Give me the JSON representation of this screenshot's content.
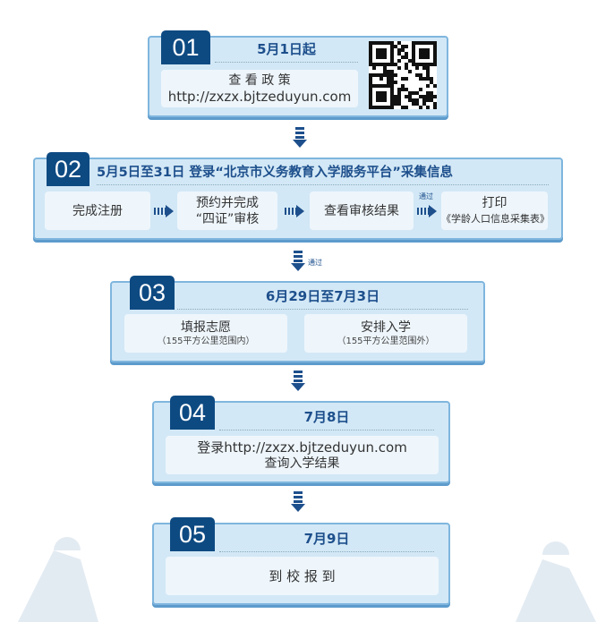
{
  "steps": [
    {
      "number": "01",
      "title": "5月1日起",
      "inner": [
        {
          "line1": "查 看 政 策",
          "line2": "http://zxzx.bjtzeduyun.com"
        }
      ]
    },
    {
      "number": "02",
      "title": "5月5日至31日 登录“北京市义务教育入学服务平台”采集信息",
      "inner": [
        {
          "line1": "完成注册"
        },
        {
          "line1": "预约并完成",
          "line2": "“四证”审核"
        },
        {
          "line1": "查看审核结果"
        },
        {
          "line1": "打印",
          "line2": "《学龄人口信息采集表》"
        }
      ],
      "pass_label": "通过"
    },
    {
      "number": "03",
      "title": "6月29日至7月3日",
      "inner": [
        {
          "line1": "填报志愿",
          "line2": "（155平方公里范围内）"
        },
        {
          "line1": "安排入学",
          "line2": "（155平方公里范围外）"
        }
      ]
    },
    {
      "number": "04",
      "title": "7月8日",
      "inner": [
        {
          "line1": "登录http://zxzx.bjtzeduyun.com",
          "line2": "查询入学结果"
        }
      ]
    },
    {
      "number": "05",
      "title": "7月9日",
      "inner": [
        {
          "line1": "到 校 报 到"
        }
      ]
    }
  ],
  "arrow_pass_label": "通过",
  "colors": {
    "tab": "#0e4a82",
    "box": "#d3e8f6",
    "title": "#1d4f8c"
  }
}
